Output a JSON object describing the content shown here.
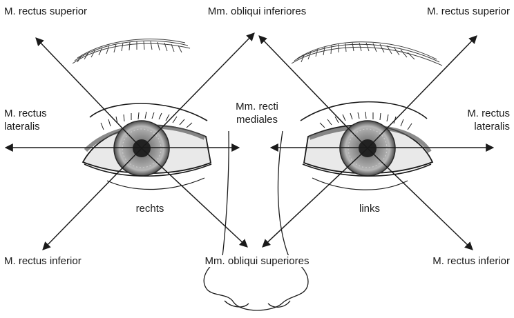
{
  "labels": {
    "top_left": "M. rectus superior",
    "top_center": "Mm. obliqui inferiores",
    "top_right": "M. rectus superior",
    "mid_left_line1": "M. rectus",
    "mid_left_line2": "lateralis",
    "mid_center_line1": "Mm. recti",
    "mid_center_line2": "mediales",
    "mid_right_line1": "M. rectus",
    "mid_right_line2": "lateralis",
    "eye_right": "rechts",
    "eye_left": "links",
    "bottom_left": "M. rectus inferior",
    "bottom_center": "Mm. obliqui superiores",
    "bottom_right": "M. rectus inferior"
  },
  "colors": {
    "line": "#1a1a1a",
    "iris": "#8a8a8a",
    "iris_light": "#c4c4c4",
    "sclera": "#e9e9e9",
    "lid_shadow": "#5a5a5a"
  }
}
